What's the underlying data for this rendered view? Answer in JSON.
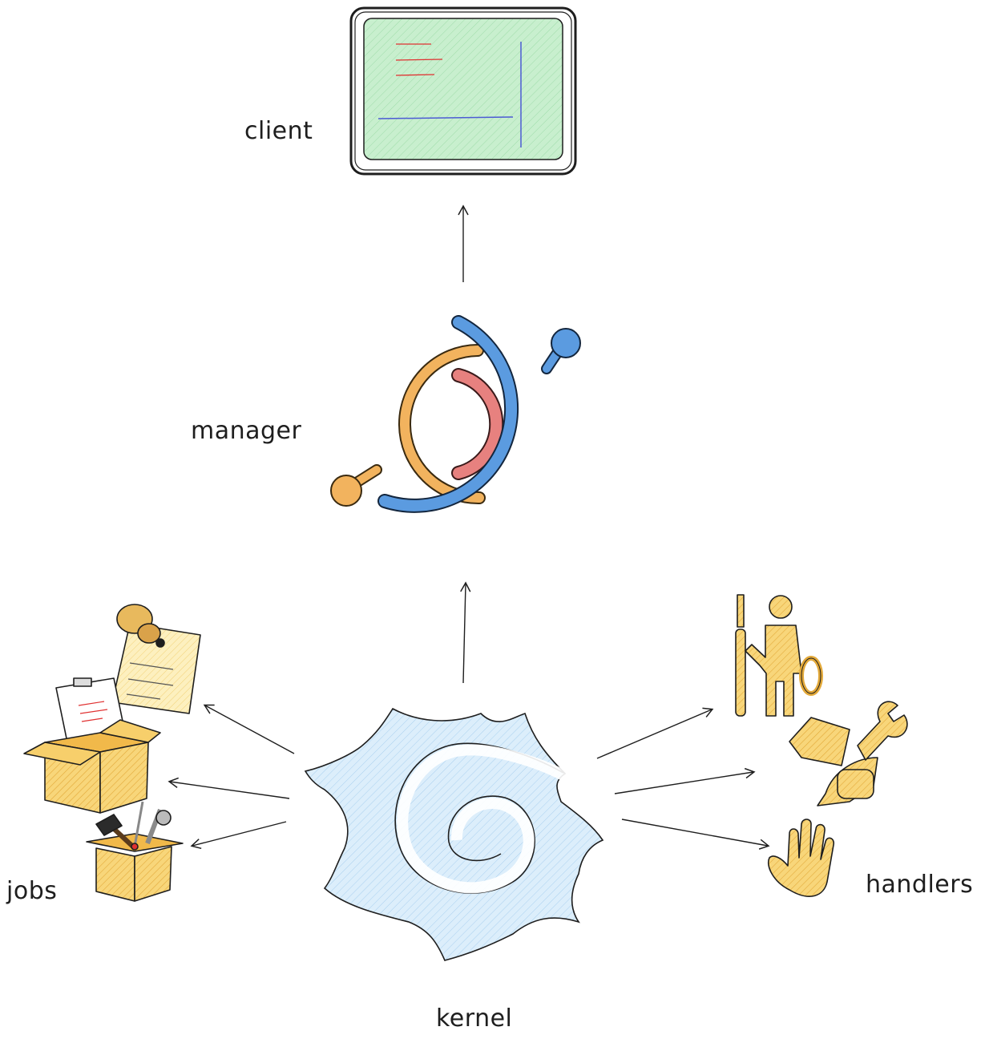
{
  "labels": {
    "client": "client",
    "manager": "manager",
    "jobs": "jobs",
    "handlers": "handlers",
    "kernel": "kernel"
  },
  "colors": {
    "ink": "#1e1e1e",
    "client_fill": "#c8efce",
    "kernel_fill": "#cfe6f7",
    "manager_orange": "#f2b35e",
    "manager_red": "#e7817f",
    "manager_blue": "#5b9be0",
    "box_fill": "#f5c84a",
    "note_fill": "#fbe8a6",
    "handler_fill": "#f3c75b"
  },
  "icons": [
    "monitor-icon",
    "manager-logo-icon",
    "kernel-spiral-icon",
    "jobs-boxes-icon",
    "handlers-figures-icon"
  ]
}
